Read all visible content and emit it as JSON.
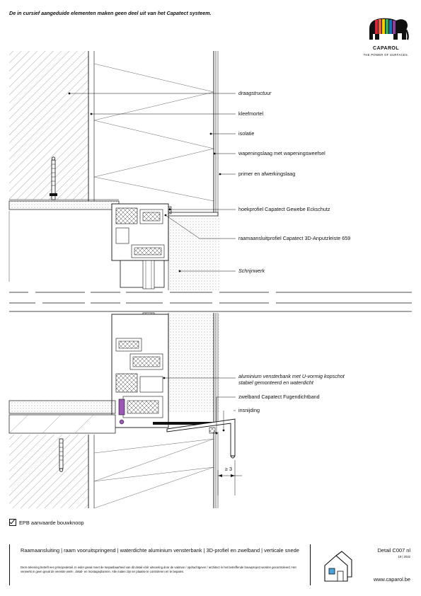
{
  "header": {
    "note": "De in cursief aangeduide elementen maken geen deel uit van het Capatect systeem.",
    "brand": "CAPAROL",
    "tagline": "THE POWER OF SURFACES."
  },
  "labels": [
    {
      "text": "draagstructuur",
      "italic": true
    },
    {
      "text": "kleefmortel",
      "italic": false
    },
    {
      "text": "isolatie",
      "italic": false
    },
    {
      "text": "wapeningslaag met wapeningsweefsel",
      "italic": false
    },
    {
      "text": "primer en afwerkingslaag",
      "italic": false
    },
    {
      "text": "hoekprofiel Capatect Gewebe Eckschutz",
      "italic": false
    },
    {
      "text": "raamaansluitprofiel Capatect 3D-Anputzleiste 659",
      "italic": false
    },
    {
      "text": "Schrijnwerk",
      "italic": true
    },
    {
      "text": "aluminium vensterbank met U-vormig kopschot",
      "italic": true
    },
    {
      "text": "stabiel gemonteerd en waterdicht",
      "italic": true
    },
    {
      "text": "zwelband Capatect Fugendichtband",
      "italic": false
    },
    {
      "text": "insnijding",
      "italic": false
    }
  ],
  "dimension": "≥ 3",
  "epb": "EPB aanvaarde bouwknoop",
  "footer": {
    "title": "Raamaansluiting | raam vooruitspringend | waterdichte aluminium vensterbank | 3D-profiel en zwelband | verticale snede",
    "note": "Deze tekening betreft een principedetail. In ieder geval moet de toepasbaarheid van dit detail vóór uitvoering door de vakman / opdrachtgever / architect in het betreffende bouwproject worden gecontroleerd. Het verwerkt in geen geval de vereiste werk-, detail- en montageplannen. Alle maten zijn ter plaatse te controleren en te bepalen.",
    "detail": "Detail C007 nl",
    "code": "19 | 2022",
    "website": "www.caparol.be"
  }
}
